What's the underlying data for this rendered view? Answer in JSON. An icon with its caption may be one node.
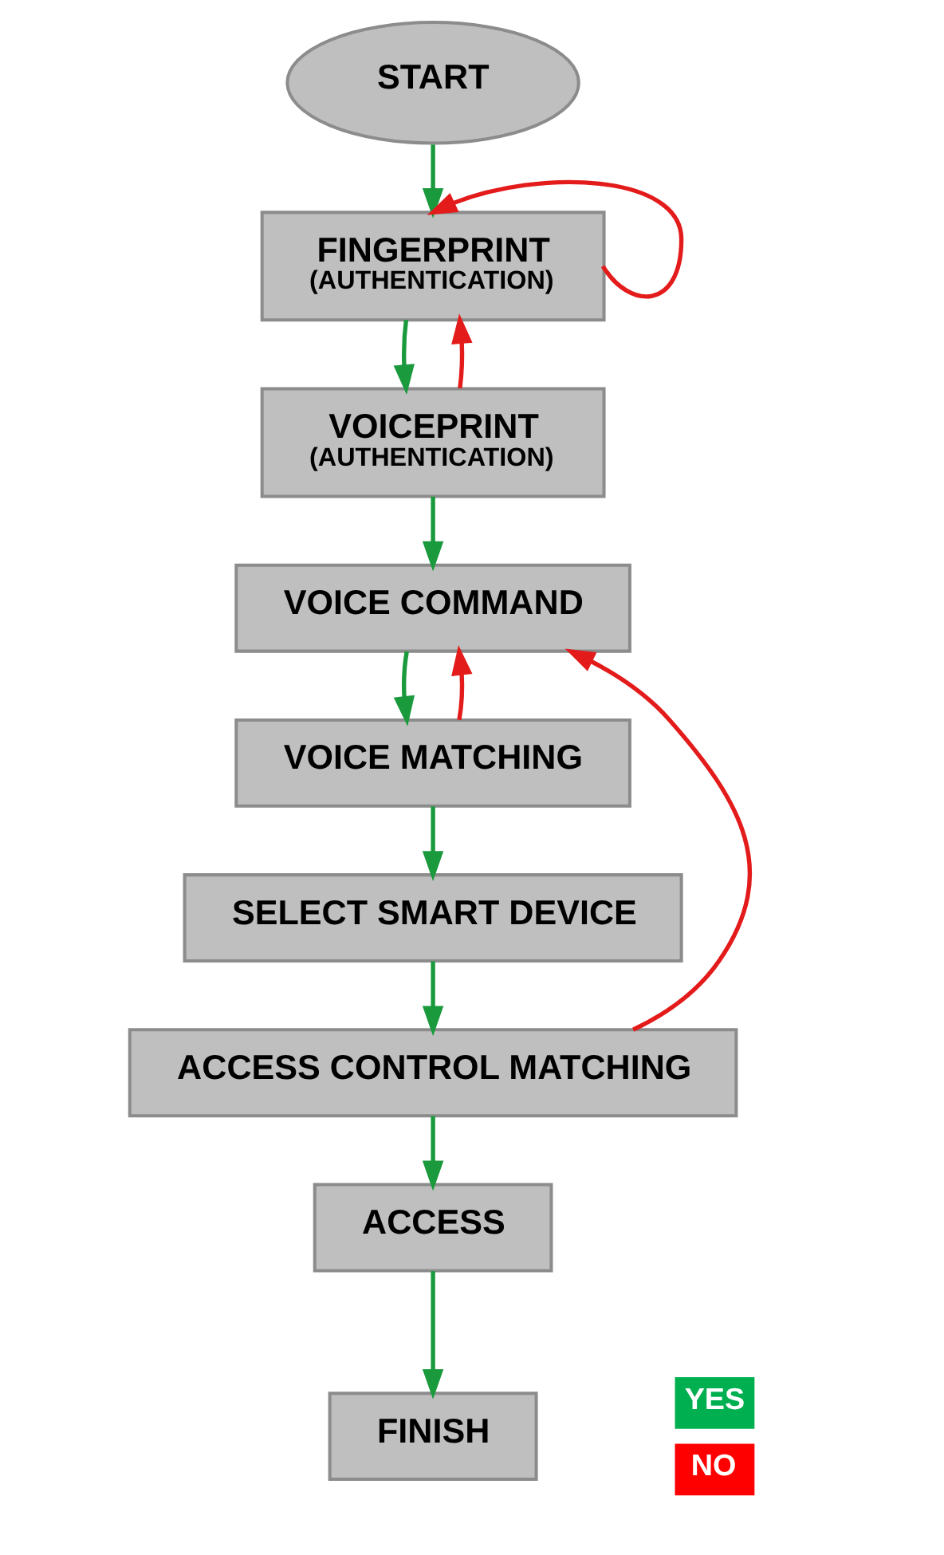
{
  "diagram": {
    "nodes": [
      {
        "text": [
          "START"
        ]
      },
      {
        "text": [
          "FINGERPRINT",
          "(AUTHENTICATION)"
        ]
      },
      {
        "text": [
          "VOICEPRINT",
          "(AUTHENTICATION)"
        ]
      },
      {
        "text": [
          "VOICE COMMAND"
        ]
      },
      {
        "text": [
          "VOICE MATCHING"
        ]
      },
      {
        "text": [
          "SELECT SMART DEVICE"
        ]
      },
      {
        "text": [
          "ACCESS CONTROL MATCHING"
        ]
      },
      {
        "text": [
          "ACCESS"
        ]
      },
      {
        "text": [
          "FINISH"
        ]
      }
    ],
    "edges": [
      {
        "from": 0,
        "to": 1,
        "arrow": "to"
      },
      {
        "from": 1,
        "to": 1,
        "arrow": "to",
        "color": "#e31b1b"
      },
      {
        "from": 2,
        "to": 1,
        "arrow": "to",
        "color": "#e31b1b"
      },
      {
        "from": 1,
        "to": 2,
        "arrow": "to"
      },
      {
        "from": 2,
        "to": 3,
        "arrow": "to"
      },
      {
        "from": 3,
        "to": 4,
        "arrow": "to"
      },
      {
        "from": 4,
        "to": 3,
        "arrow": "to",
        "color": "#e31b1b"
      },
      {
        "from": 4,
        "to": 5,
        "arrow": "to"
      },
      {
        "from": 5,
        "to": 6,
        "arrow": "to"
      },
      {
        "from": 6,
        "to": 3,
        "arrow": "to",
        "color": "#e31b1b"
      },
      {
        "from": 6,
        "to": 7,
        "arrow": "to"
      },
      {
        "from": 7,
        "to": 8,
        "arrow": "to"
      }
    ],
    "legend": [
      {
        "text": "YES",
        "color": "#00b050"
      },
      {
        "text": "NO",
        "color": "#ff0000"
      }
    ]
  }
}
